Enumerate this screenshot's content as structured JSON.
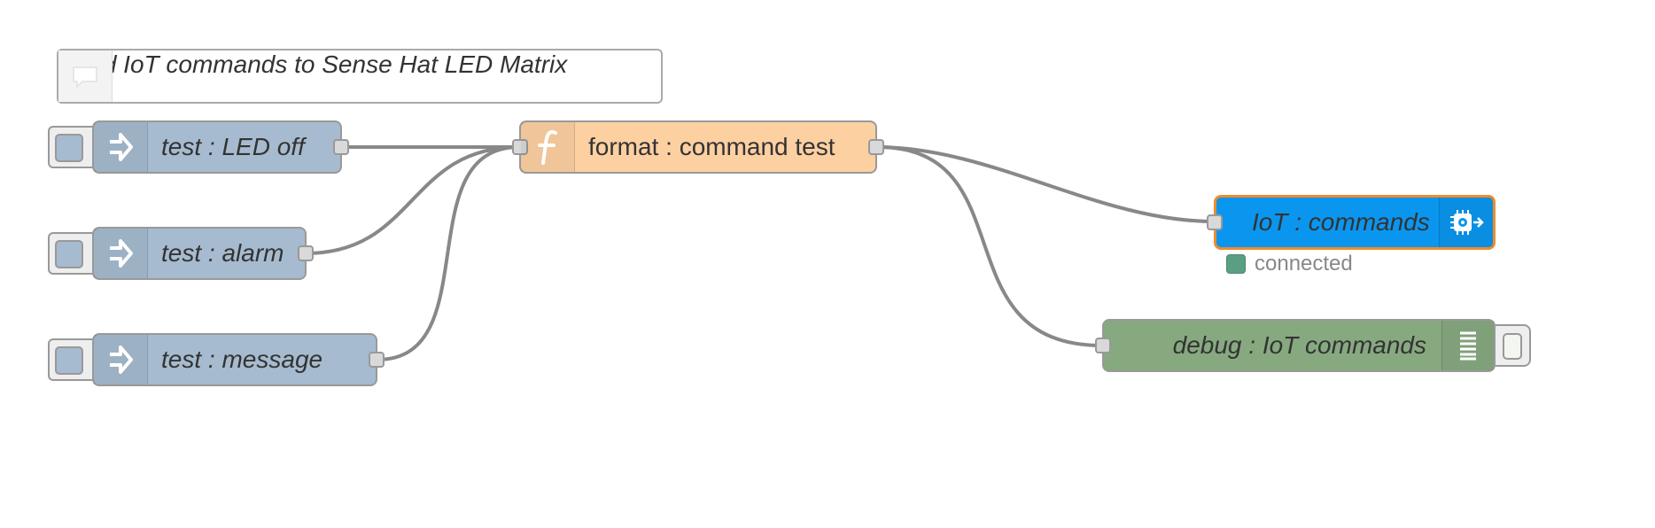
{
  "comment": {
    "text": "Send IoT commands to Sense Hat LED Matrix",
    "icon": "comment-icon"
  },
  "nodes": {
    "inject_led_off": {
      "label": "test : LED off",
      "icon": "inject-arrow-icon",
      "color": "#a6bbcf"
    },
    "inject_alarm": {
      "label": "test : alarm",
      "icon": "inject-arrow-icon",
      "color": "#a6bbcf"
    },
    "inject_message": {
      "label": "test : message",
      "icon": "inject-arrow-icon",
      "color": "#a6bbcf"
    },
    "function_format": {
      "label": "format : command test",
      "icon": "function-icon",
      "color": "#fdd0a2"
    },
    "iot_out": {
      "label": "IoT : commands",
      "icon": "iot-chip-icon",
      "color": "#0a96ef",
      "selected_border": "#f08c2c",
      "status": {
        "text": "connected",
        "color": "#5a9f82"
      }
    },
    "debug": {
      "label": "debug : IoT commands",
      "icon": "debug-list-icon",
      "color": "#87a980"
    }
  },
  "wire_color": "#888888"
}
